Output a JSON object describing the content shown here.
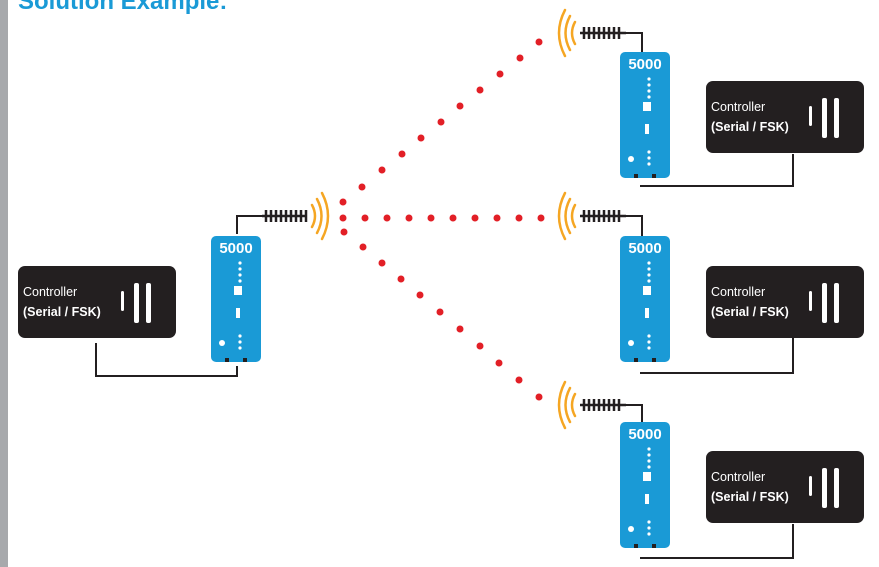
{
  "heading": "Solution Example:",
  "radio_model": "5000",
  "controller": {
    "name": "Controller",
    "model": "(Serial / FSK)"
  },
  "colors": {
    "radio_blue": "#1a9ad6",
    "controller_black": "#231f20",
    "signal_red": "#e21f26",
    "wave_orange": "#f5a623",
    "side_bar": "#a7a9ac"
  }
}
